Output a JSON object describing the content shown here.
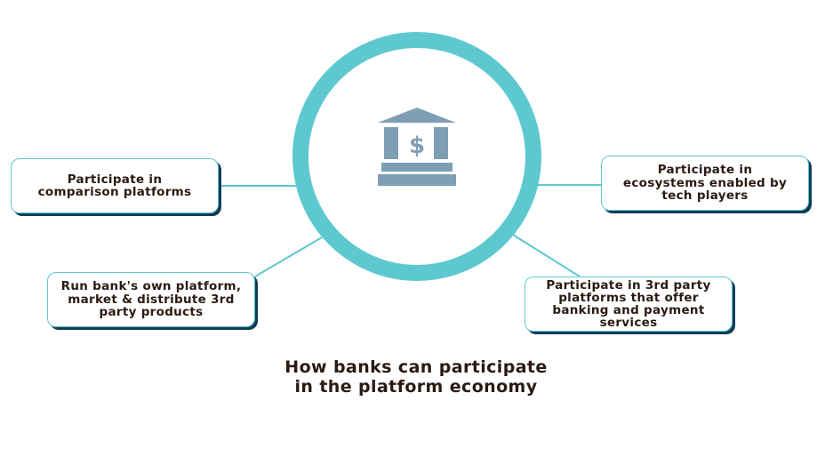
{
  "diagram": {
    "center_icon": "bank-dollar-icon",
    "accent_color": "#5ec8d0",
    "icon_color": "#7e9fb3",
    "nodes": [
      {
        "id": "comparison",
        "lines": [
          "Participate in",
          "comparison platforms"
        ]
      },
      {
        "id": "ecosystems",
        "lines": [
          "Participate in",
          "ecosystems enabled by",
          "tech players"
        ]
      },
      {
        "id": "own-platform",
        "lines": [
          "Run bank's own platform,",
          "market & distribute 3rd",
          "party products"
        ]
      },
      {
        "id": "third-party",
        "lines": [
          "Participate in 3rd party",
          "platforms that offer",
          "banking and payment",
          "services"
        ]
      }
    ]
  },
  "caption": {
    "line1": "How banks can participate",
    "line2": "in the platform economy"
  }
}
